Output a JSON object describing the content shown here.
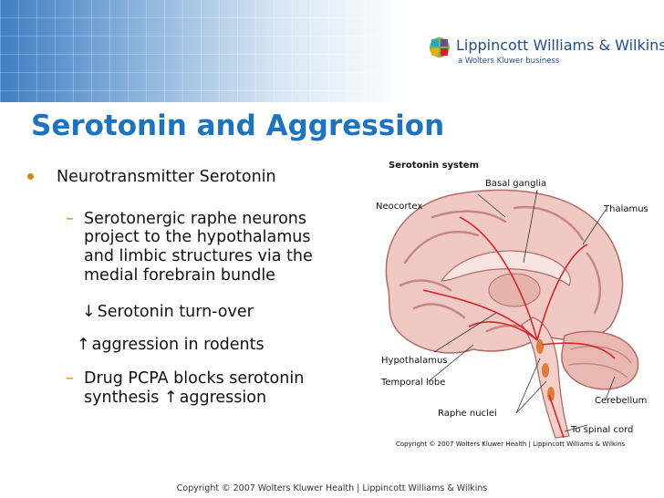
{
  "brand": {
    "name": "Lippincott Williams & Wilkins",
    "tagline": "a Wolters Kluwer business"
  },
  "slide": {
    "title": "Serotonin and Aggression",
    "bullet": "Neurotransmitter Serotonin",
    "sub1_lines": [
      "Serotonergic raphe neurons",
      "project to the hypothalamus",
      "and limbic structures via the",
      "medial forebrain bundle"
    ],
    "turnover": "Serotonin turn-over",
    "aggression_rodents": "aggression in rodents",
    "sub2_lines": [
      "Drug PCPA blocks serotonin",
      "synthesis"
    ],
    "sub2_tail": "aggression"
  },
  "figure": {
    "title": "Serotonin system",
    "labels": {
      "basal_ganglia": "Basal ganglia",
      "neocortex": "Neocortex",
      "thalamus": "Thalamus",
      "hypothalamus": "Hypothalamus",
      "temporal_lobe": "Temporal lobe",
      "cerebellum": "Cerebellum",
      "raphe_nuclei": "Raphe nuclei",
      "to_spinal_cord": "To spinal cord"
    },
    "copyright": "Copyright © 2007 Wolters Kluwer Health | Lippincott Williams & Wilkins"
  },
  "footer": "Copyright © 2007 Wolters Kluwer Health | Lippincott Williams & Wilkins",
  "colors": {
    "title": "#1e73be",
    "accent": "#d08a12",
    "brand": "#1f4f8c"
  },
  "icons": {
    "down_arrow": "↓",
    "up_arrow": "↑"
  }
}
